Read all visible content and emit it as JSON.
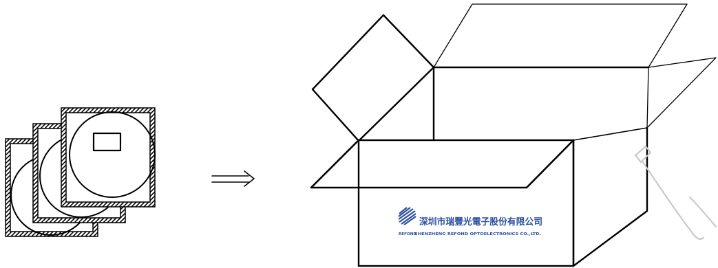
{
  "logo": {
    "brand": "REFOND",
    "company_cn": "深圳市瑞豐光電子股份有限公司",
    "company_en": "SHENZHENG REFOND OPTOELECTRONICS CO.,LTD.",
    "color": "#2b4f9e"
  },
  "arrow": {
    "icon": "double-arrow-right-icon"
  },
  "colors": {
    "stroke": "#000000",
    "background": "#ffffff"
  }
}
